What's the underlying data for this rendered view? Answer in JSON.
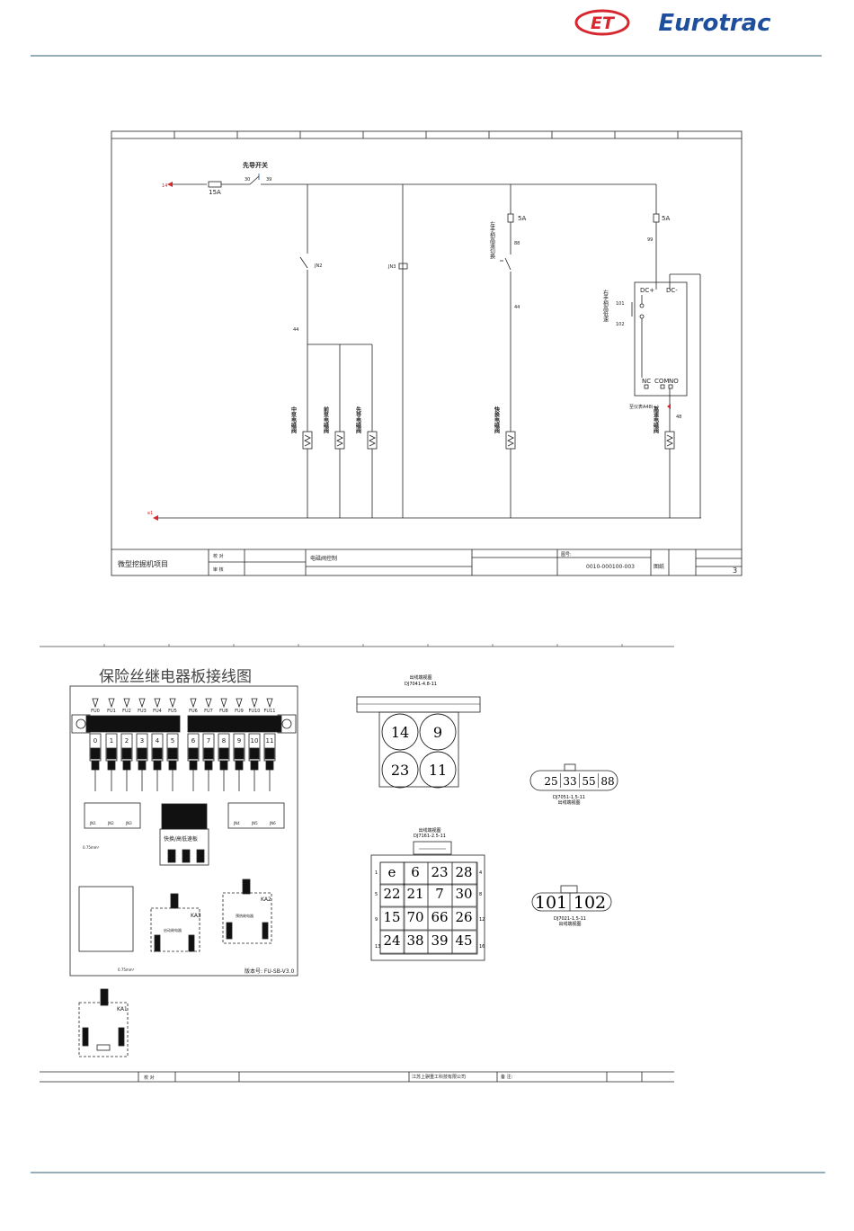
{
  "brand": {
    "name": "Eurotrac",
    "logo_mark": "ET",
    "color": "#d7262e",
    "rule_color": "#2e5872"
  },
  "schematic": {
    "project_title": "微型挖掘机项目",
    "drawing_title": "电磁阀控制",
    "check_label": "校  对",
    "review_label": "审  核",
    "drawing_no_label": "图号:",
    "drawing_no": "0010-000100-003",
    "doc_label": "图纸",
    "main_switch": "先导开关",
    "fuse_main": "15A",
    "fuse_5a_left": "5A",
    "fuse_5a_right": "5A",
    "wire_14": "14",
    "wire_30": "30",
    "wire_39": "39",
    "wire_88": "88",
    "wire_99": "99",
    "wire_44a": "44",
    "wire_44b": "44",
    "wire_48": "48",
    "wire_101": "101",
    "wire_102": "102",
    "ground_label": "e1",
    "jn2": "JN2",
    "jn3": "JN3",
    "quick_switch": "左手柄高速切换",
    "right_high_speed": "右手柄高低速",
    "relay_dc_plus": "DC+",
    "relay_dc_minus": "DC-",
    "relay_nc": "NC",
    "relay_com": "COM",
    "relay_no": "NO",
    "meter_label": "至仪表A48(+)",
    "coil_labels": [
      "中泵电磁阀",
      "前泵电磁阀",
      "先导电磁阀",
      "快换电磁阀",
      "高速电磁阀"
    ],
    "page_no": "3"
  },
  "board": {
    "title": "保险丝继电器板接线图",
    "fuse_labels": [
      "FU0",
      "FU1",
      "FU2",
      "FU3",
      "FU4",
      "FU5",
      "FU6",
      "FU7",
      "FU8",
      "FU9",
      "FU10",
      "FU11"
    ],
    "slot_numbers": [
      "0",
      "1",
      "2",
      "3",
      "4",
      "5",
      "6",
      "7",
      "8",
      "9",
      "10",
      "11"
    ],
    "relays": [
      "JN1",
      "JN2",
      "JN3",
      "JN4",
      "JN5",
      "JN6"
    ],
    "quick_board": "快换/高低速板",
    "ka1": "KA1",
    "ka2": "KA2",
    "ka3": "KA3",
    "ka2_desc": "预热继电器",
    "ka3_desc": "启动继电器",
    "wire_spec": "0.75mm²",
    "version": "版本号: FU-SB-V3.0"
  },
  "connectors": {
    "c1_caption": "出线端视图",
    "c1_part": "DJ7041-4.8-11",
    "c1_pins": [
      "14",
      "9",
      "23",
      "11"
    ],
    "c2_part": "DJ7051-1.5-11",
    "c2_caption": "出线端视图",
    "c2_pins": [
      "25",
      "33",
      "55",
      "88"
    ],
    "c3_caption": "出线端视图",
    "c3_part": "DJ7161-2.5-11",
    "c3_pins": [
      "e",
      "6",
      "23",
      "28",
      "22",
      "21",
      "7",
      "30",
      "15",
      "70",
      "66",
      "26",
      "24",
      "38",
      "39",
      "45"
    ],
    "c3_edge": [
      "1",
      "4",
      "5",
      "8",
      "9",
      "12",
      "13",
      "16"
    ],
    "c4_part": "DJ7021-1.5-11",
    "c4_caption": "出线端视图",
    "c4_pins": [
      "101",
      "102"
    ]
  },
  "footer": {
    "check_label": "校  对",
    "company": "江苏上骐重工科技有限公司",
    "note_label": "备  注:"
  }
}
